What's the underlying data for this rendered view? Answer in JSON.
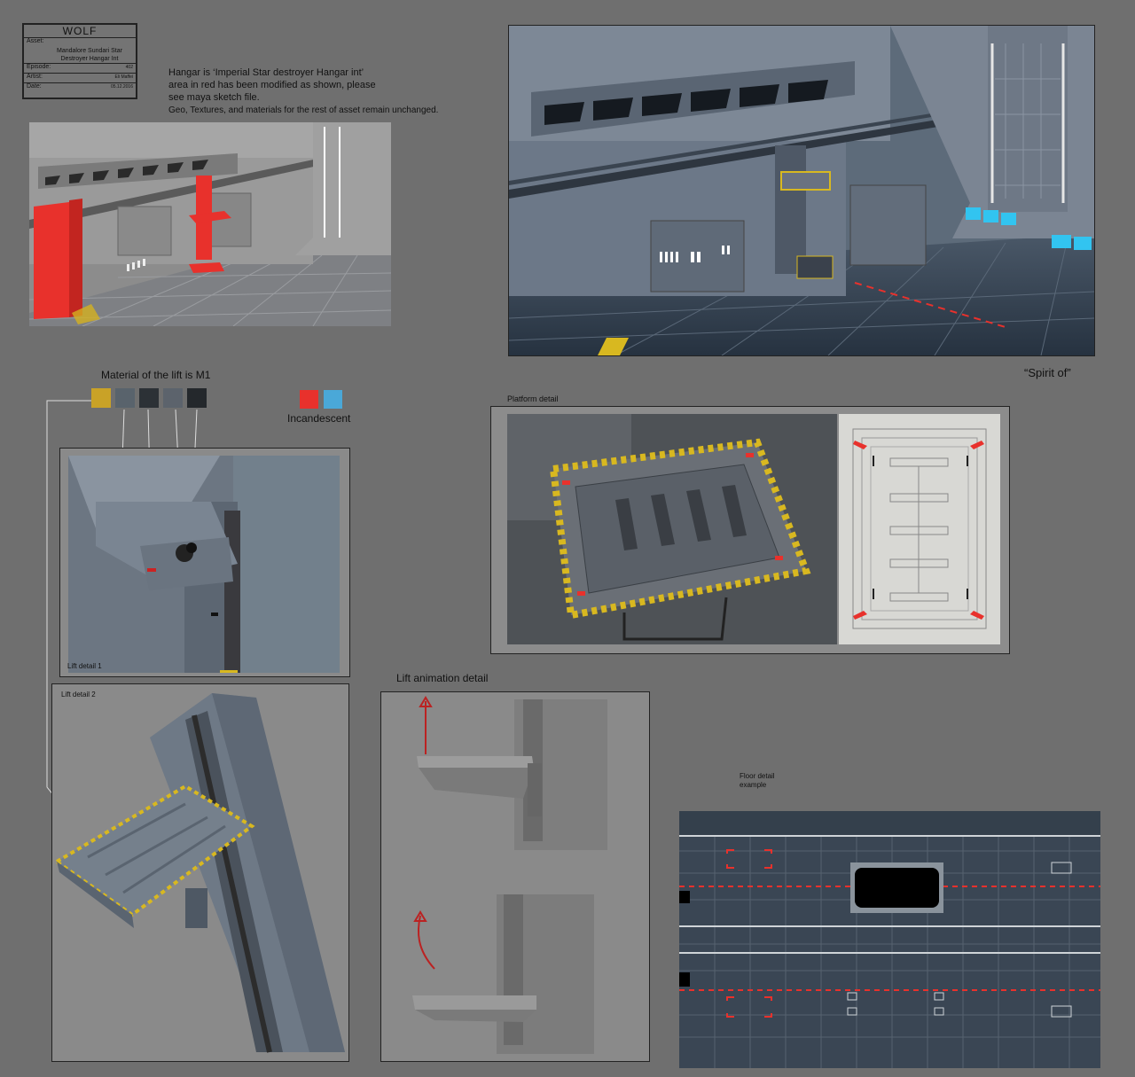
{
  "title_block": {
    "studio": "WOLF",
    "rows": [
      {
        "label": "Asset:",
        "value": "Mandalore Sundari Star Destroyer Hangar Int"
      },
      {
        "label": "Episode:",
        "value": "402"
      },
      {
        "label": "Artist:",
        "value": "Eli Maffei"
      },
      {
        "label": "Date:",
        "value": "05.12.2016"
      }
    ]
  },
  "notes": {
    "line1": "Hangar is ‘Imperial Star destroyer Hangar int’",
    "line2": "area in red has been modified as shown, please",
    "line3": "see maya sketch file.",
    "line4": "Geo, Textures, and materials for the rest of asset remain unchanged."
  },
  "captions": {
    "spirit_of": "“Spirit of”",
    "material_label": "Material of the lift is M1",
    "incandescent": "Incandescent",
    "platform_detail": "Platform detail",
    "lift_detail_1": "Lift detail 1",
    "lift_detail_2": "Lift detail 2",
    "lift_animation": "Lift animation detail",
    "floor_detail": "Floor detail example"
  },
  "swatches": {
    "material": [
      "#c9a227",
      "#59636c",
      "#2c3136",
      "#5c636c",
      "#24282c"
    ],
    "incandescent": [
      "#e8312c",
      "#4aa8d8"
    ]
  },
  "colors": {
    "background": "#6f6f6f",
    "highlight_red": "#e8312c",
    "glow_blue": "#32c4f0",
    "hazard_yellow": "#d8b820"
  }
}
